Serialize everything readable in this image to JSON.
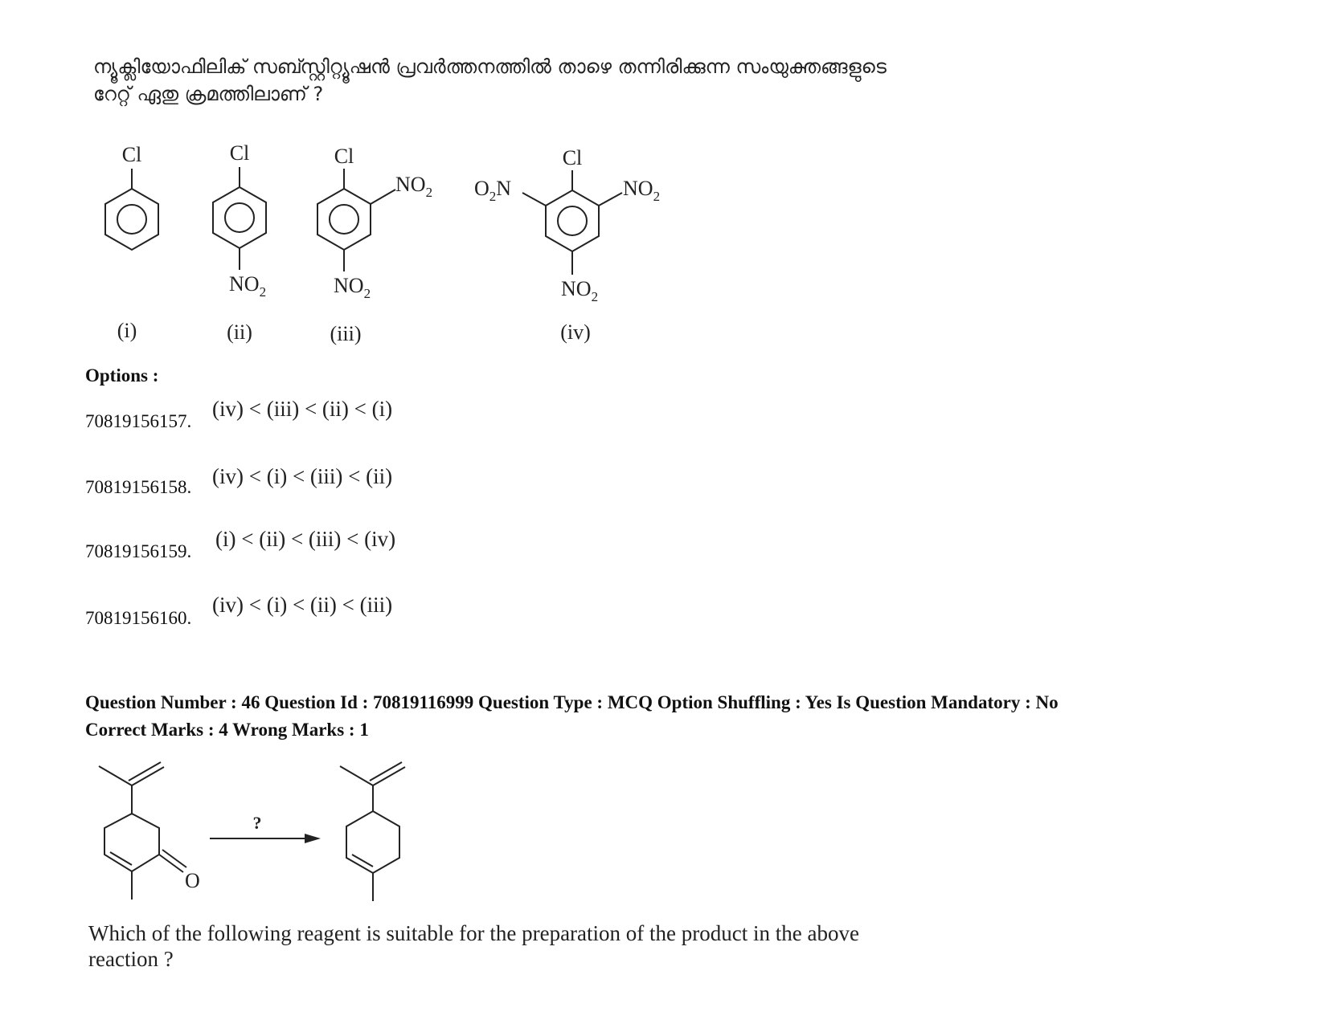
{
  "question_prev": {
    "text_line1": "ന്യൂക്ലിയോഫിലിക് സബ്സ്റ്റിറ്റ്യൂഷൻ പ്രവർത്തനത്തിൽ താഴെ തന്നിരിക്കുന്ന സംയുക്തങ്ങളുടെ",
    "text_line2": "റേറ്റ് ഏതു ക്രമത്തിലാണ് ?",
    "compounds": [
      {
        "label": "(i)",
        "atoms": [
          "Cl"
        ]
      },
      {
        "label": "(ii)",
        "atoms": [
          "Cl",
          "NO2"
        ]
      },
      {
        "label": "(iii)",
        "atoms": [
          "Cl",
          "NO2",
          "NO2"
        ]
      },
      {
        "label": "(iv)",
        "atoms": [
          "Cl",
          "O2N",
          "NO2",
          "NO2"
        ]
      }
    ],
    "atom_text": {
      "cl": "Cl",
      "no": "NO",
      "sub2": "2",
      "o": "O",
      "sub2n": "2",
      "n": "N"
    },
    "options_heading": "Options :",
    "options": [
      {
        "id": "70819156157.",
        "text": "(iv) < (iii) < (ii) < (i)"
      },
      {
        "id": "70819156158.",
        "text": "(iv) < (i) < (iii) < (ii)"
      },
      {
        "id": "70819156159.",
        "text": "(i) < (ii) < (iii) < (iv)"
      },
      {
        "id": "70819156160.",
        "text": "(iv) < (i) < (ii) < (iii)"
      }
    ]
  },
  "question_next": {
    "meta_line1": "Question Number : 46 Question Id : 70819116999 Question Type : MCQ Option Shuffling : Yes Is Question Mandatory : No",
    "meta_line2": "Correct Marks : 4 Wrong Marks : 1",
    "reaction": {
      "arrow_label": "?",
      "oxygen": "O"
    },
    "text_line1": "Which of the following reagent is suitable for the preparation of the product in the above",
    "text_line2": "reaction ?"
  }
}
